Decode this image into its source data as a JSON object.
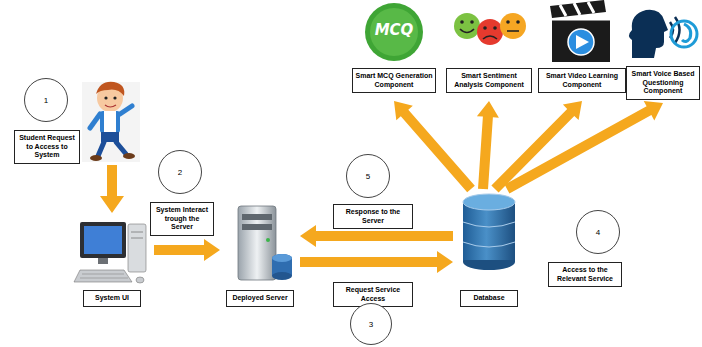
{
  "diagram": {
    "nodes": [
      {
        "text": [
          "Smart MCQ Generation Component"
        ]
      },
      {
        "text": [
          "Smart Sentiment Analysis Component"
        ]
      },
      {
        "text": [
          "Smart Video Learning Component"
        ]
      },
      {
        "text": [
          "Smart Voice Based Questioning Component"
        ]
      },
      {
        "text": [
          "1"
        ]
      },
      {
        "text": [
          "Student Request to Access to System"
        ]
      },
      {
        "text": [
          "5"
        ]
      },
      {
        "text": [
          "2"
        ]
      },
      {
        "text": [
          "Response to the Server"
        ]
      },
      {
        "text": [
          "System Interact trough the Server"
        ]
      },
      {
        "text": [
          "4"
        ]
      },
      {
        "text": [
          "Access to the Relevant Service"
        ]
      },
      {
        "text": [
          "System UI"
        ]
      },
      {
        "text": [
          "Deployed Server"
        ]
      },
      {
        "text": [
          "Request Service Access"
        ]
      },
      {
        "text": [
          "Database"
        ]
      },
      {
        "text": [
          "3"
        ]
      }
    ],
    "edges": [
      {
        "from": 12,
        "to": 13,
        "arrow": "to"
      },
      {
        "from": 13,
        "to": 15,
        "arrow": "to"
      },
      {
        "from": 15,
        "to": 13,
        "arrow": "to"
      },
      {
        "from": 15,
        "to": 0,
        "arrow": "to"
      },
      {
        "from": 15,
        "to": 1,
        "arrow": "to"
      },
      {
        "from": 15,
        "to": 2,
        "arrow": "to"
      },
      {
        "from": 15,
        "to": 3,
        "arrow": "to"
      }
    ],
    "labels": [
      "MCQ"
    ]
  }
}
